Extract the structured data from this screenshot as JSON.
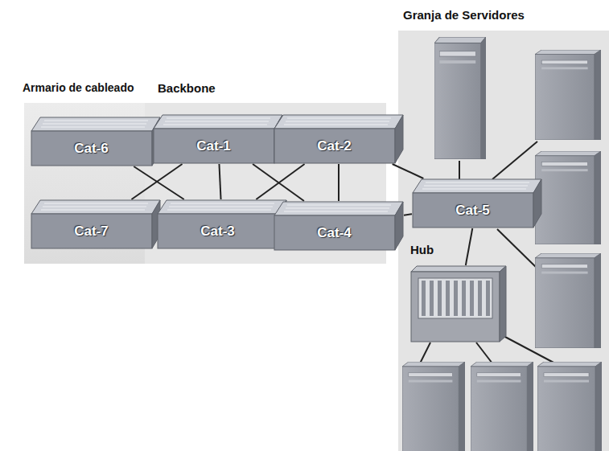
{
  "diagram": {
    "nodes": [
      {
        "text": [
          "Armario de cableado"
        ]
      },
      {
        "text": [
          "Cat-6"
        ],
        "in": 0
      },
      {
        "text": [
          "Cat-7"
        ],
        "in": 0
      },
      {
        "text": [
          "Backbone"
        ]
      },
      {
        "text": [
          "Cat-1"
        ],
        "in": 3
      },
      {
        "text": [
          "Cat-2"
        ],
        "in": 3
      },
      {
        "text": [
          "Cat-3"
        ],
        "in": 3
      },
      {
        "text": [
          "Cat-4"
        ],
        "in": 3
      },
      {
        "text": [
          "Granja de Servidores"
        ]
      },
      {
        "text": [
          "Cat-5"
        ],
        "in": 8
      },
      {
        "text": [
          "Hub"
        ],
        "in": 8
      }
    ],
    "edges": [
      {
        "from": 1,
        "to": 4,
        "arrow": "none"
      },
      {
        "from": 1,
        "to": 6,
        "arrow": "none"
      },
      {
        "from": 2,
        "to": 4,
        "arrow": "none"
      },
      {
        "from": 2,
        "to": 6,
        "arrow": "none"
      },
      {
        "from": 4,
        "to": 5,
        "arrow": "none"
      },
      {
        "from": 4,
        "to": 6,
        "arrow": "none"
      },
      {
        "from": 4,
        "to": 7,
        "arrow": "none"
      },
      {
        "from": 6,
        "to": 5,
        "arrow": "none"
      },
      {
        "from": 6,
        "to": 7,
        "arrow": "none"
      },
      {
        "from": 5,
        "to": 7,
        "arrow": "none"
      },
      {
        "from": 5,
        "to": 9,
        "arrow": "none"
      },
      {
        "from": 7,
        "to": 9,
        "arrow": "none"
      },
      {
        "from": 9,
        "to": 10,
        "arrow": "none"
      }
    ]
  }
}
